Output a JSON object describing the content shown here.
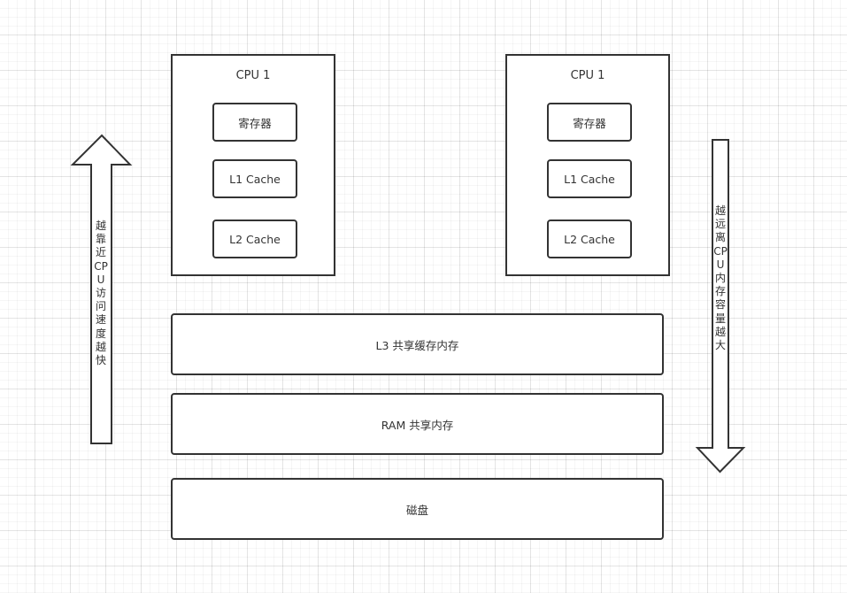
{
  "cpu_left": {
    "title": "CPU 1",
    "register": "寄存器",
    "l1": "L1 Cache",
    "l2": "L2 Cache"
  },
  "cpu_right": {
    "title": "CPU 1",
    "register": "寄存器",
    "l1": "L1 Cache",
    "l2": "L2 Cache"
  },
  "l3": "L3 共享缓存内存",
  "ram": "RAM 共享内存",
  "disk": "磁盘",
  "arrow_up_label": "越靠近CPU访问速度越快",
  "arrow_down_label": "越远离CPU内存容量越大",
  "colors": {
    "stroke": "#333333",
    "fill": "#ffffff",
    "grid": "#e6e6e6"
  }
}
